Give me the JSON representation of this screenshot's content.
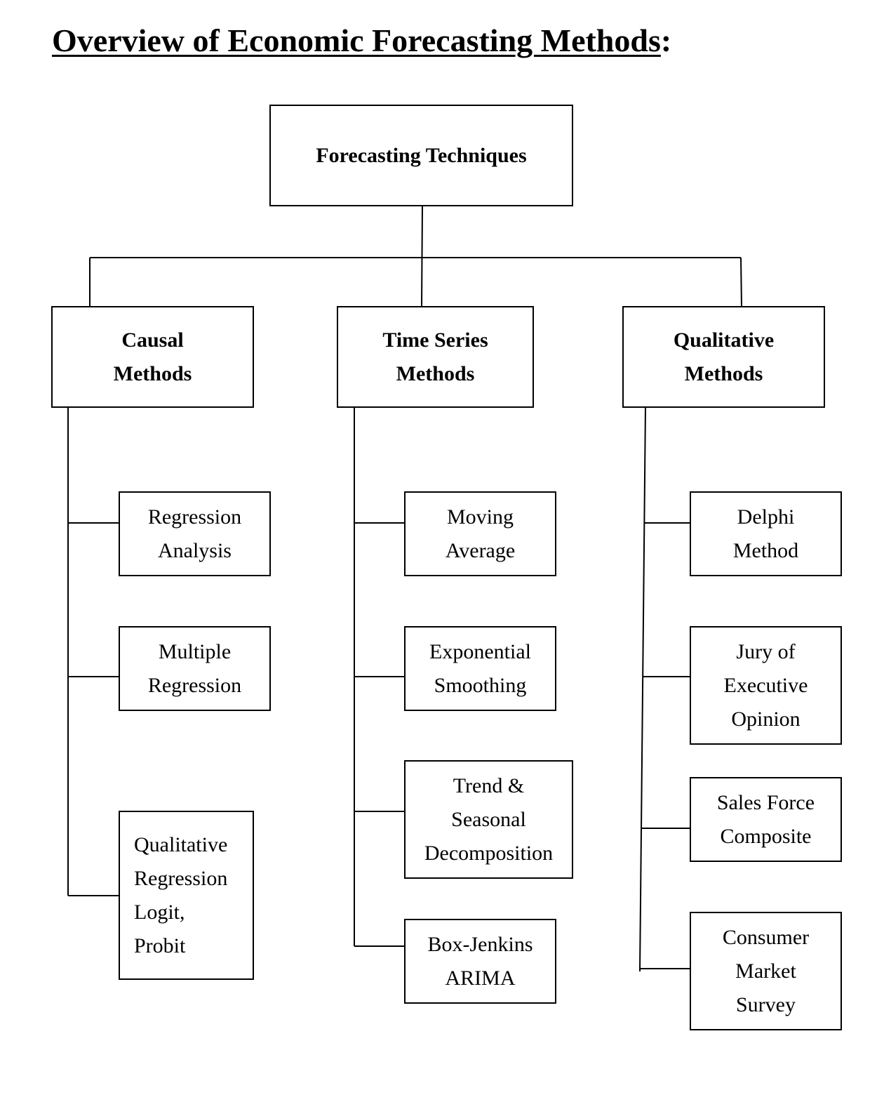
{
  "title": {
    "underlined": "Overview of Economic Forecasting Methods",
    "suffix": ":"
  },
  "root": {
    "label": "Forecasting Techniques"
  },
  "categories": [
    {
      "label": "Causal\nMethods",
      "methods": [
        "Regression\nAnalysis",
        "Multiple\nRegression",
        "Qualitative\nRegression\nLogit,\nProbit"
      ]
    },
    {
      "label": "Time Series\nMethods",
      "methods": [
        "Moving\nAverage",
        "Exponential\nSmoothing",
        "Trend &\nSeasonal\nDecomposition",
        "Box-Jenkins\nARIMA"
      ]
    },
    {
      "label": "Qualitative\nMethods",
      "methods": [
        "Delphi\nMethod",
        "Jury of\nExecutive\nOpinion",
        "Sales Force\nComposite",
        "Consumer\nMarket\nSurvey"
      ]
    }
  ]
}
